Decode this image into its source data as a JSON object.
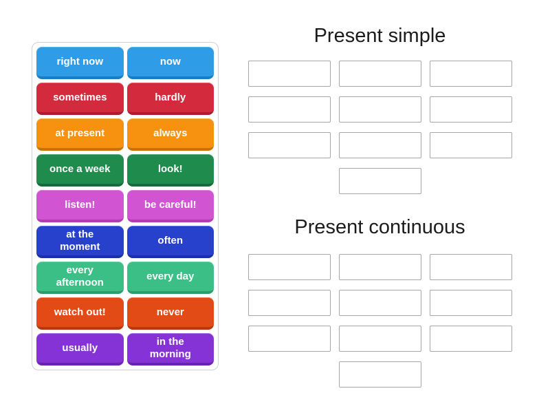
{
  "activity": {
    "type_label": "group-sort",
    "background_color": "#ffffff"
  },
  "tile_panel": {
    "tiles": [
      {
        "label": "right now",
        "color": "#2e9ce6",
        "dark": "#1b7dc0"
      },
      {
        "label": "now",
        "color": "#2e9ce6",
        "dark": "#1b7dc0"
      },
      {
        "label": "sometimes",
        "color": "#d42a3d",
        "dark": "#a81e31"
      },
      {
        "label": "hardly",
        "color": "#d42a3d",
        "dark": "#a81e31"
      },
      {
        "label": "at present",
        "color": "#f6920f",
        "dark": "#c97207"
      },
      {
        "label": "always",
        "color": "#f6920f",
        "dark": "#c97207"
      },
      {
        "label": "once a week",
        "color": "#1f8b4d",
        "dark": "#156b3a"
      },
      {
        "label": "look!",
        "color": "#1f8b4d",
        "dark": "#156b3a"
      },
      {
        "label": "listen!",
        "color": "#d155d3",
        "dark": "#ad3fb0"
      },
      {
        "label": "be careful!",
        "color": "#d155d3",
        "dark": "#ad3fb0"
      },
      {
        "label": "at the\nmoment",
        "color": "#2741cd",
        "dark": "#1c2fa4"
      },
      {
        "label": "often",
        "color": "#2741cd",
        "dark": "#1c2fa4"
      },
      {
        "label": "every\nafternoon",
        "color": "#3bbf86",
        "dark": "#2d9c6a"
      },
      {
        "label": "every day",
        "color": "#3bbf86",
        "dark": "#2d9c6a"
      },
      {
        "label": "watch out!",
        "color": "#e24a16",
        "dark": "#b53a0e"
      },
      {
        "label": "never",
        "color": "#e24a16",
        "dark": "#b53a0e"
      },
      {
        "label": "usually",
        "color": "#8533d6",
        "dark": "#6a23ae"
      },
      {
        "label": "in the\nmorning",
        "color": "#8533d6",
        "dark": "#6a23ae"
      }
    ]
  },
  "groups": [
    {
      "title": "Present simple",
      "slot_count": 10
    },
    {
      "title": "Present continuous",
      "slot_count": 10
    }
  ]
}
